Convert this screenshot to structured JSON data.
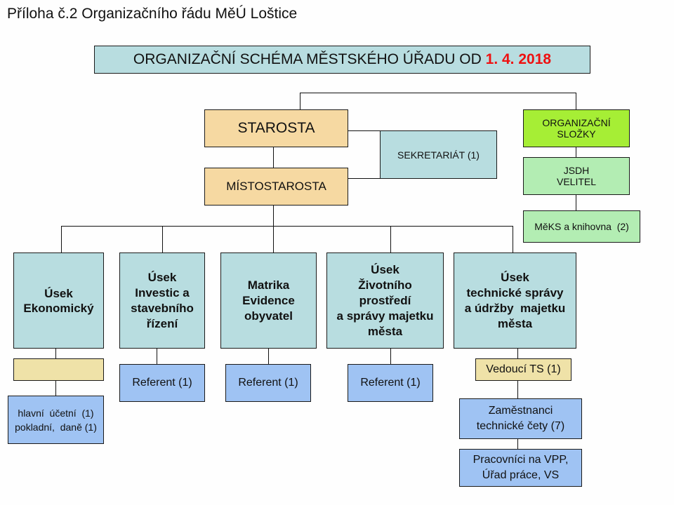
{
  "header": {
    "caption": "Příloha č.2 Organizačního řádu MěÚ Loštice",
    "title_main": "ORGANIZAČNÍ SCHÉMA MĚSTSKÉHO ÚŘADU OD ",
    "title_date": "1. 4. 2018",
    "date_color": "#ee1111"
  },
  "leadership": {
    "starosta": "STAROSTA",
    "mistostarosta": "MÍSTOSTAROSTA",
    "sekretariat": "SEKRETARIÁT (1)"
  },
  "org_units": {
    "title_lines": [
      "ORGANIZAČNÍ",
      "SLOŽKY"
    ],
    "jsdh_lines": [
      "JSDH",
      "VELITEL"
    ],
    "meks": "MěKS a knihovna  (2)"
  },
  "departments": [
    {
      "lines": [
        "Úsek",
        "Ekonomický"
      ],
      "sub": [
        {
          "lines": [
            ""
          ]
        },
        {
          "lines": [
            "hlavní  účetní  (1)",
            "pokladní,  daně (1)"
          ]
        }
      ]
    },
    {
      "lines": [
        "Úsek",
        "Investic a",
        "stavebního",
        "řízení"
      ],
      "sub": [
        {
          "lines": [
            "Referent (1)"
          ]
        }
      ]
    },
    {
      "lines": [
        "Matrika",
        "Evidence",
        "obyvatel"
      ],
      "sub": [
        {
          "lines": [
            "Referent (1)"
          ]
        }
      ]
    },
    {
      "lines": [
        "Úsek",
        "Životního",
        "prostředí",
        "a správy majetku",
        "města"
      ],
      "sub": [
        {
          "lines": [
            "Referent (1)"
          ]
        }
      ]
    },
    {
      "lines": [
        "Úsek",
        "technické správy",
        "a údržby  majetku",
        "města"
      ],
      "sub": [
        {
          "lines": [
            "Vedoucí TS (1)"
          ]
        },
        {
          "lines": [
            "Zaměstnanci",
            "technické čety (7)"
          ]
        },
        {
          "lines": [
            "Pracovníci na VPP,",
            "Úřad práce, VS"
          ]
        }
      ]
    }
  ],
  "colors": {
    "teal": "#b8dde0",
    "tan": "#f6d9a2",
    "blue": "#9fc3f3",
    "lime": "#a6ee35",
    "mint": "#b3edb3"
  }
}
